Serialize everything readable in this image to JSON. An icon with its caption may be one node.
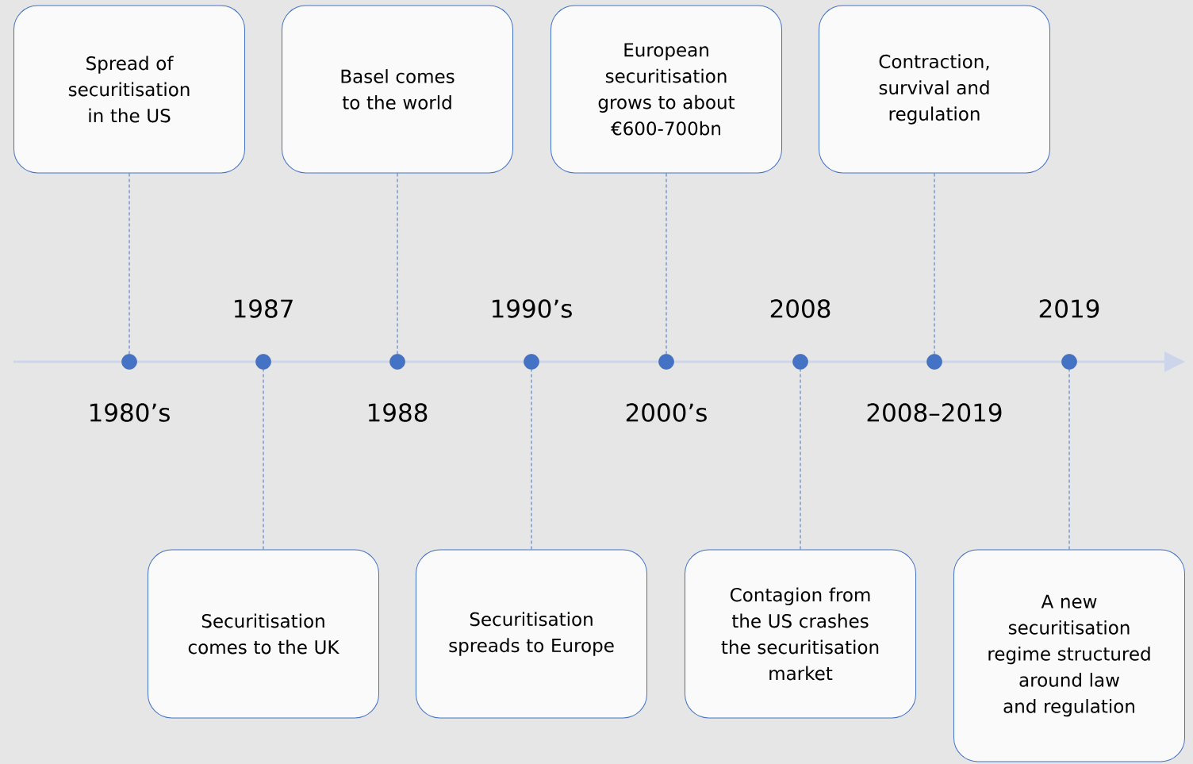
{
  "diagram": {
    "nodes": [
      {
        "text": [
          "Spread of securitisation in the US"
        ]
      },
      {
        "text": [
          "Basel comes to the world"
        ]
      },
      {
        "text": [
          "European securitisation grows to about €600-700bn"
        ]
      },
      {
        "text": [
          "Contraction, survival and regulation"
        ]
      },
      {
        "text": [
          "Securitisation comes to the UK"
        ]
      },
      {
        "text": [
          "Securitisation spreads to Europe"
        ]
      },
      {
        "text": [
          "Contagion from the US crashes the securitisation market"
        ]
      },
      {
        "text": [
          "A new securitisation regime structured around law and regulation"
        ]
      },
      {
        "text": [],
        "shape": "circle",
        "beside": [
          "1980’s"
        ]
      },
      {
        "text": [],
        "shape": "circle",
        "beside": [
          "1987"
        ]
      },
      {
        "text": [],
        "shape": "circle",
        "beside": [
          "1988"
        ]
      },
      {
        "text": [],
        "shape": "circle",
        "beside": [
          "1990’s"
        ]
      },
      {
        "text": [],
        "shape": "circle",
        "beside": [
          "2000’s"
        ]
      },
      {
        "text": [],
        "shape": "circle",
        "beside": [
          "2008"
        ]
      },
      {
        "text": [],
        "shape": "circle",
        "beside": [
          "2008–2019"
        ]
      },
      {
        "text": [],
        "shape": "circle",
        "beside": [
          "2019"
        ]
      }
    ],
    "edges": [
      {
        "from": 0,
        "to": 8,
        "arrow": "none",
        "style": "dashed"
      },
      {
        "from": 4,
        "to": 9,
        "arrow": "none",
        "style": "dashed"
      },
      {
        "from": 1,
        "to": 10,
        "arrow": "none",
        "style": "dashed"
      },
      {
        "from": 5,
        "to": 11,
        "arrow": "none",
        "style": "dashed"
      },
      {
        "from": 2,
        "to": 12,
        "arrow": "none",
        "style": "dashed"
      },
      {
        "from": 6,
        "to": 13,
        "arrow": "none",
        "style": "dashed"
      },
      {
        "from": 3,
        "to": 14,
        "arrow": "none",
        "style": "dashed"
      },
      {
        "from": 7,
        "to": 15,
        "arrow": "none",
        "style": "dashed"
      }
    ]
  }
}
